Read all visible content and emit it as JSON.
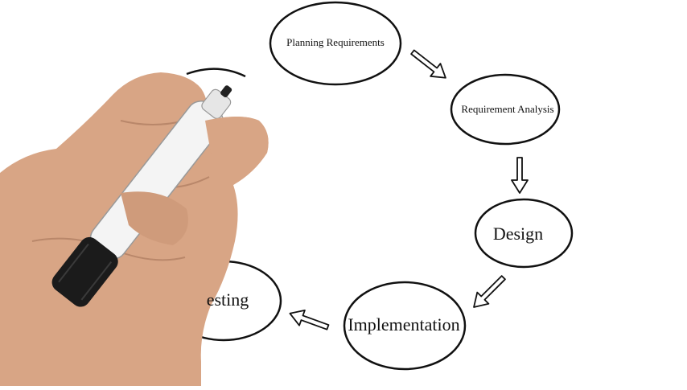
{
  "diagram": {
    "nodes": [
      {
        "id": "planning",
        "label": "Planning Requirements"
      },
      {
        "id": "analysis",
        "label": "Requirement Analysis"
      },
      {
        "id": "design",
        "label": "Design"
      },
      {
        "id": "implementation",
        "label": "Implementation"
      },
      {
        "id": "testing",
        "label": "esting"
      }
    ],
    "edges": [
      {
        "from": "planning",
        "to": "analysis"
      },
      {
        "from": "analysis",
        "to": "design"
      },
      {
        "from": "design",
        "to": "implementation"
      },
      {
        "from": "implementation",
        "to": "testing"
      }
    ]
  },
  "colors": {
    "background": "#ffffff",
    "ink": "#111111",
    "skin": "#d9a98a",
    "marker_body": "#f2f2f2",
    "marker_cap": "#1a1a1a"
  },
  "icons": [
    "hand-holding-marker"
  ]
}
